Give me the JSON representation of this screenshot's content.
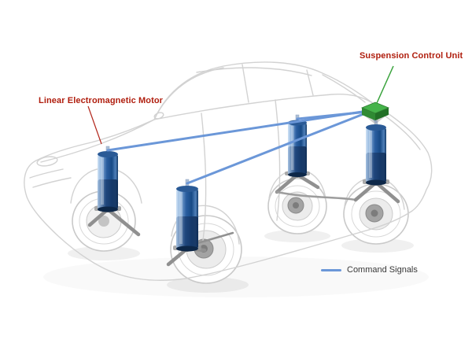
{
  "diagram": {
    "labels": {
      "motor_label": "Linear Electromagnetic Motor",
      "control_unit_label": "Suspension Control Unit"
    },
    "legend": {
      "command_signals_label": "Command Signals"
    },
    "colors": {
      "label_red": "#b01e0e",
      "command_signal_blue": "#6b97d8",
      "control_unit_green": "#45b34a",
      "motor_blue_dark": "#174a86",
      "motor_blue_light": "#cfe2f5",
      "car_outline_gray": "#d2d2d2"
    },
    "component_counts": {
      "linear_electromagnetic_motors": 4,
      "suspension_control_units": 1
    }
  }
}
